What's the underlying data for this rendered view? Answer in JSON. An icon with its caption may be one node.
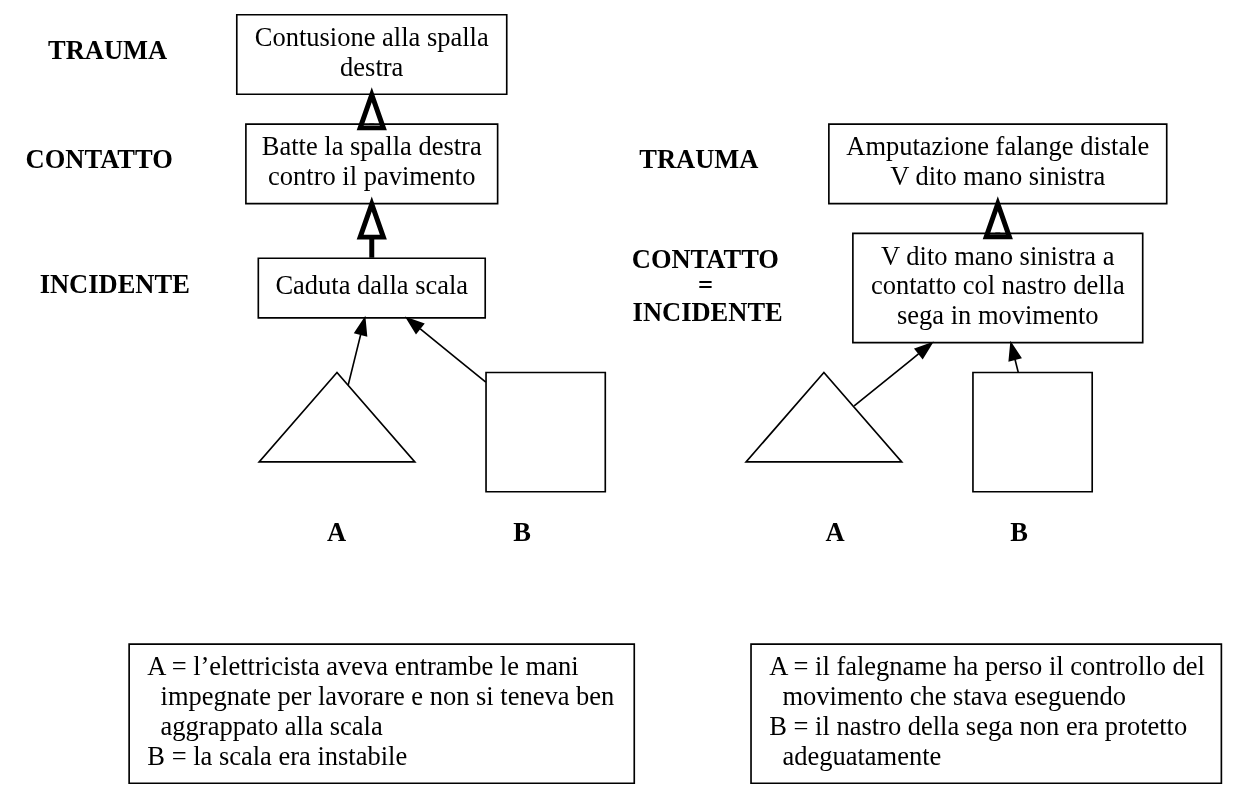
{
  "diagram": {
    "nodes": [
      {
        "text": [
          "Contusione alla spalla destra"
        ],
        "beside": [
          "TRAUMA"
        ]
      },
      {
        "text": [
          "Batte la spalla destra contro il pavimento"
        ],
        "beside": [
          "CONTATTO"
        ]
      },
      {
        "text": [
          "Caduta dalla scala"
        ],
        "beside": [
          "INCIDENTE"
        ]
      },
      {
        "text": [],
        "shape": "triangle",
        "beside": [
          "A"
        ]
      },
      {
        "text": [],
        "shape": "box",
        "beside": [
          "B"
        ]
      },
      {
        "text": [
          "Amputazione falange distale V dito mano sinistra"
        ],
        "beside": [
          "TRAUMA"
        ]
      },
      {
        "text": [
          "V dito mano sinistra a contatto col nastro della sega in movimento"
        ],
        "beside": [
          "CONTATTO",
          "=",
          "INCIDENTE"
        ]
      },
      {
        "text": [],
        "shape": "triangle",
        "beside": [
          "A"
        ]
      },
      {
        "text": [],
        "shape": "box",
        "beside": [
          "B"
        ]
      },
      {
        "text": [
          "A = l’elettricista aveva entrambe le mani impegnate per lavorare e non si teneva ben aggrappato alla scala",
          "B = la scala era instabile"
        ]
      },
      {
        "text": [
          "A = il falegname ha perso il controllo del movimento che stava eseguendo",
          "B = il nastro della sega non era protetto adeguatamente"
        ]
      }
    ],
    "edges": [
      {
        "from": 1,
        "to": 0,
        "arrow": "to",
        "style": "thick"
      },
      {
        "from": 2,
        "to": 1,
        "arrow": "to",
        "style": "thick"
      },
      {
        "from": 3,
        "to": 2,
        "arrow": "to"
      },
      {
        "from": 4,
        "to": 2,
        "arrow": "to"
      },
      {
        "from": 6,
        "to": 5,
        "arrow": "to",
        "style": "thick"
      },
      {
        "from": 7,
        "to": 6,
        "arrow": "to"
      },
      {
        "from": 8,
        "to": 6,
        "arrow": "to"
      }
    ]
  }
}
